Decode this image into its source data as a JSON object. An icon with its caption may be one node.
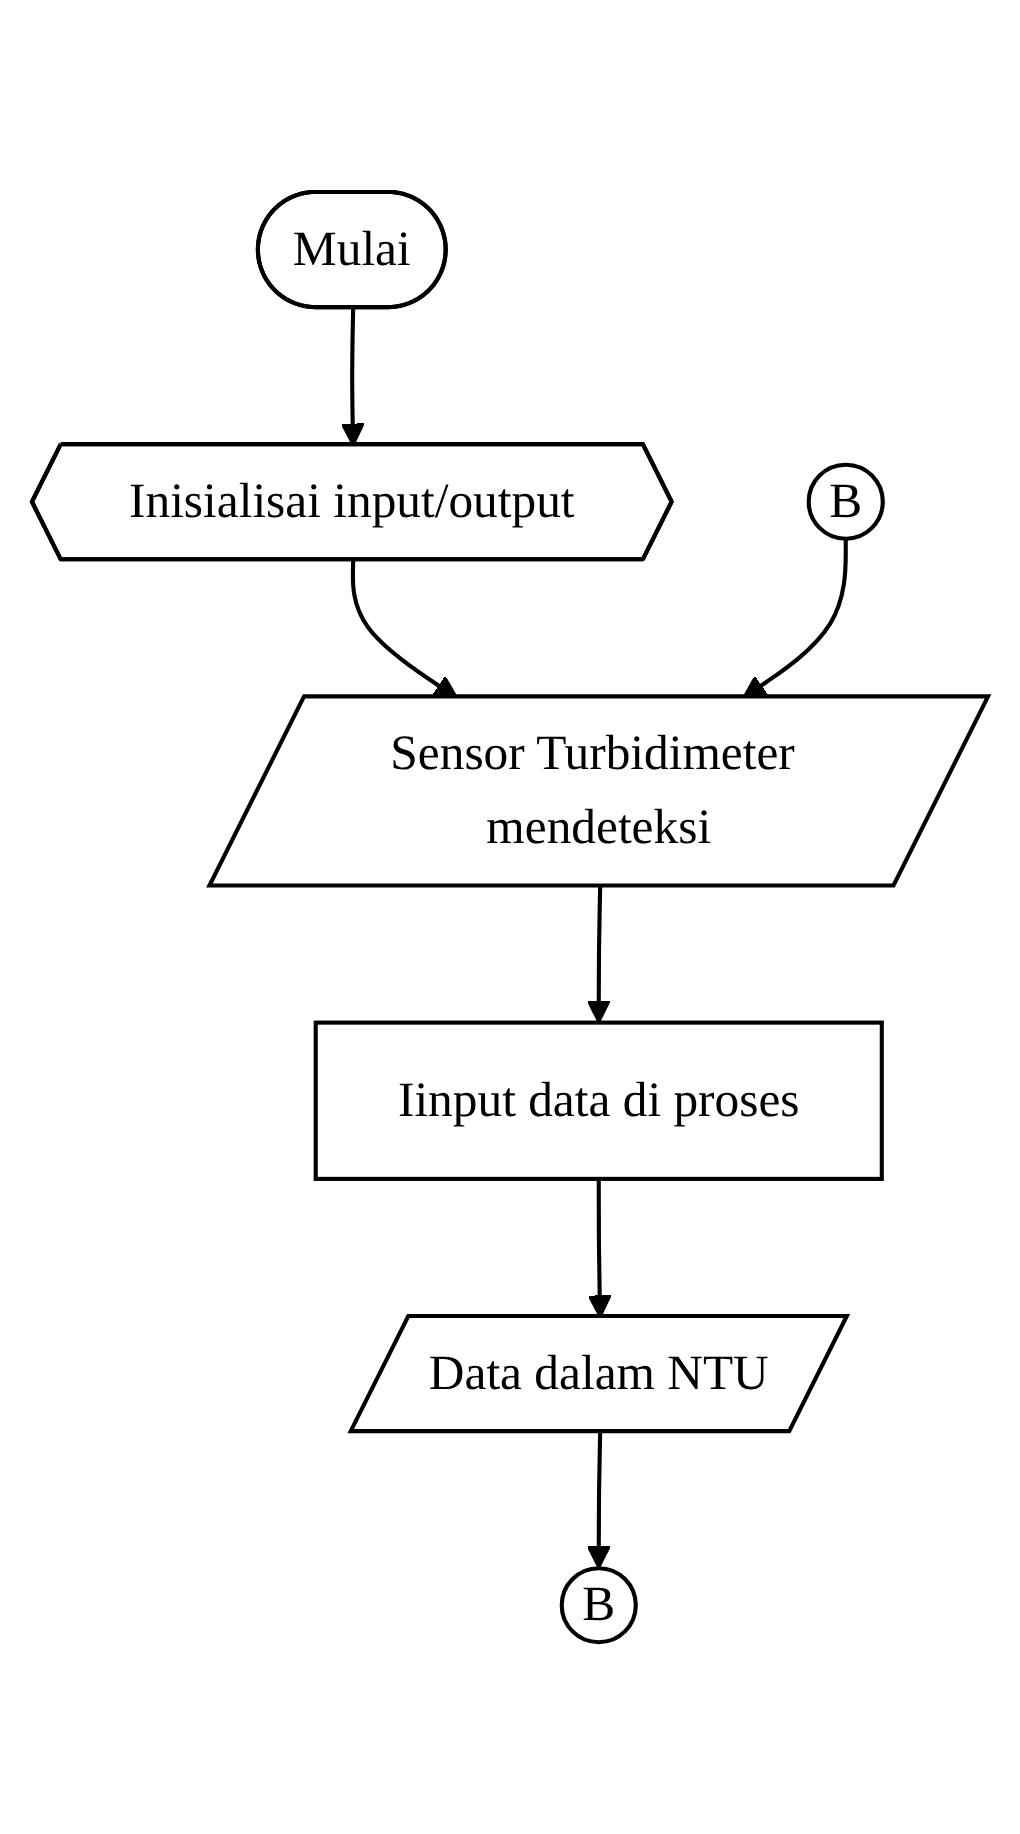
{
  "diagram": {
    "nodes": [
      {
        "text": [
          "Mulai"
        ]
      },
      {
        "text": [
          "Inisialisai input/output"
        ]
      },
      {
        "text": [
          "B"
        ]
      },
      {
        "text": [
          "Sensor Turbidimeter mendeteksi"
        ]
      },
      {
        "text": [
          "Iinput data di proses"
        ]
      },
      {
        "text": [
          "Data dalam NTU"
        ]
      },
      {
        "text": [
          "B"
        ]
      }
    ],
    "edges": [
      {
        "from": 0,
        "to": 1,
        "arrow": "to"
      },
      {
        "from": 1,
        "to": 3,
        "arrow": "to"
      },
      {
        "from": 2,
        "to": 3,
        "arrow": "to"
      },
      {
        "from": 3,
        "to": 4,
        "arrow": "to"
      },
      {
        "from": 4,
        "to": 5,
        "arrow": "to"
      },
      {
        "from": 5,
        "to": 6,
        "arrow": "to"
      }
    ]
  }
}
